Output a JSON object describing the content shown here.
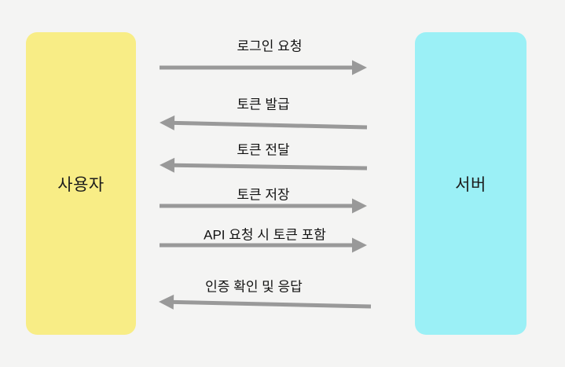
{
  "diagram": {
    "colors": {
      "background": "#f4f4f3",
      "arrow": "#999999",
      "text": "#121212"
    },
    "actors": {
      "user": {
        "label": "사용자",
        "color": "#f8ed86"
      },
      "server": {
        "label": "서버",
        "color": "#9bf0f6"
      }
    },
    "messages": [
      {
        "label": "로그인 요청",
        "direction": "right"
      },
      {
        "label": "토큰 발급",
        "direction": "left"
      },
      {
        "label": "토큰 전달",
        "direction": "left"
      },
      {
        "label": "토큰 저장",
        "direction": "right"
      },
      {
        "label": "API 요청 시 토큰 포함",
        "direction": "right"
      },
      {
        "label": "인증 확인 및 응답",
        "direction": "left"
      }
    ]
  }
}
